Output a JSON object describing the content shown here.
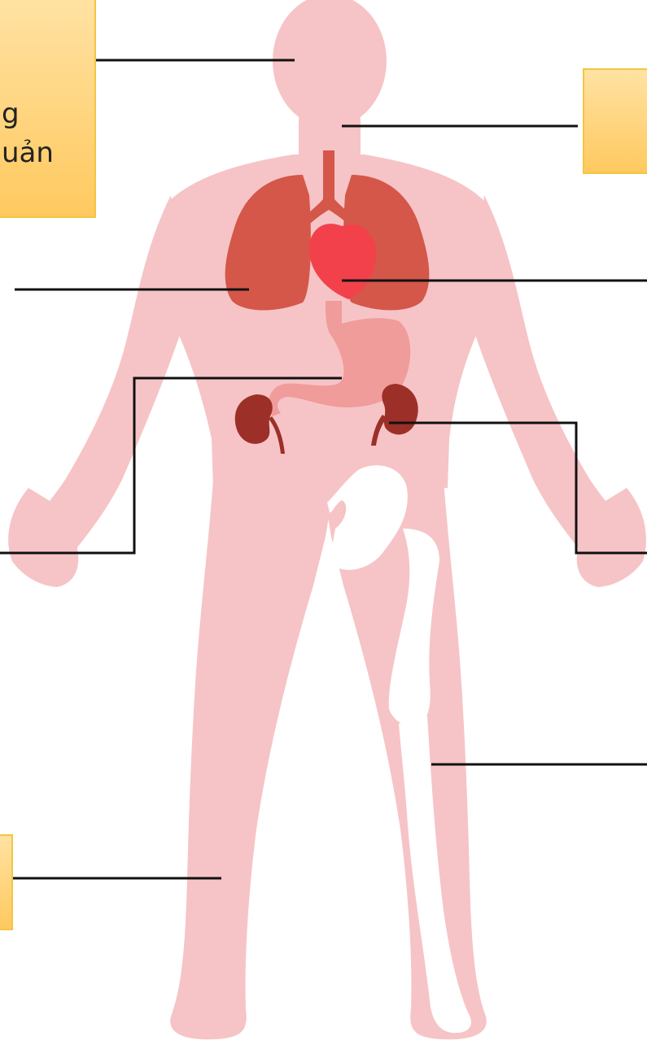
{
  "labels": {
    "top_left": {
      "line1": "g",
      "line2": "uản"
    },
    "top_right": {
      "text": ""
    },
    "bottom_left": {
      "text": ""
    }
  },
  "colors": {
    "body": "#f6c4c6",
    "lung": "#d4574a",
    "heart": "#f2414a",
    "trachea": "#d4574a",
    "stomach": "#ef9c9a",
    "kidney": "#9c3028",
    "bone": "#ffffff",
    "box_fill": "#ffd27a",
    "box_border": "#f4c542",
    "line": "#111111"
  },
  "icons": [
    "human-body-silhouette",
    "lungs-icon",
    "heart-icon",
    "stomach-icon",
    "kidney-icon",
    "bone-icon"
  ]
}
